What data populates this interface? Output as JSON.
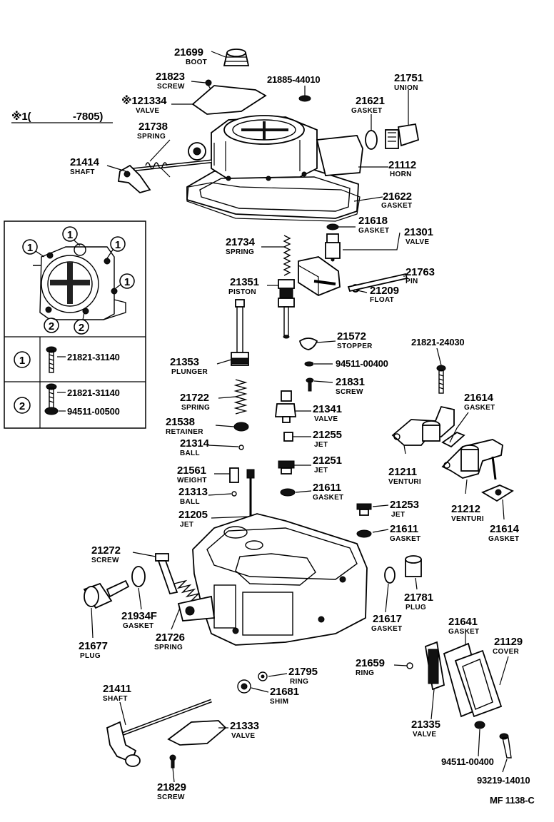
{
  "header_note": {
    "mark": "※1(",
    "range": "-7805)"
  },
  "diagram_code": "MF 1138-C",
  "parts": [
    {
      "id": "boot",
      "number": "21699",
      "name": "BOOT"
    },
    {
      "id": "screw-top",
      "number": "21823",
      "name": "SCREW"
    },
    {
      "id": "valve-top",
      "number": "※121334",
      "name": "VALVE"
    },
    {
      "id": "washer-top",
      "number": "21885-44010",
      "name": ""
    },
    {
      "id": "gasket-union",
      "number": "21621",
      "name": "GASKET"
    },
    {
      "id": "union",
      "number": "21751",
      "name": "UNION"
    },
    {
      "id": "spring-shaft",
      "number": "21738",
      "name": "SPRING"
    },
    {
      "id": "shaft-choke",
      "number": "21414",
      "name": "SHAFT"
    },
    {
      "id": "horn",
      "number": "21112",
      "name": "HORN"
    },
    {
      "id": "gasket-horn",
      "number": "21622",
      "name": "GASKET"
    },
    {
      "id": "gasket-needle",
      "number": "21618",
      "name": "GASKET"
    },
    {
      "id": "needle-valve",
      "number": "21301",
      "name": "VALVE"
    },
    {
      "id": "spring-piston",
      "number": "21734",
      "name": "SPRING"
    },
    {
      "id": "pin-float",
      "number": "21763",
      "name": "PIN"
    },
    {
      "id": "piston",
      "number": "21351",
      "name": "PISTON"
    },
    {
      "id": "float",
      "number": "21209",
      "name": "FLOAT"
    },
    {
      "id": "stopper",
      "number": "21572",
      "name": "STOPPER"
    },
    {
      "id": "screw-venturi",
      "number": "21821-24030",
      "name": ""
    },
    {
      "id": "washer-mid",
      "number": "94511-00400",
      "name": ""
    },
    {
      "id": "plunger",
      "number": "21353",
      "name": "PLUNGER"
    },
    {
      "id": "screw-mid",
      "number": "21831",
      "name": "SCREW"
    },
    {
      "id": "spring-plunger",
      "number": "21722",
      "name": "SPRING"
    },
    {
      "id": "power-valve",
      "number": "21341",
      "name": "VALVE"
    },
    {
      "id": "gasket-venturi-1",
      "number": "21614",
      "name": "GASKET"
    },
    {
      "id": "retainer",
      "number": "21538",
      "name": "RETAINER"
    },
    {
      "id": "jet-21255",
      "number": "21255",
      "name": "JET"
    },
    {
      "id": "ball-21314",
      "number": "21314",
      "name": "BALL"
    },
    {
      "id": "jet-21251",
      "number": "21251",
      "name": "JET"
    },
    {
      "id": "venturi-1",
      "number": "21211",
      "name": "VENTURI"
    },
    {
      "id": "weight",
      "number": "21561",
      "name": "WEIGHT"
    },
    {
      "id": "gasket-21611a",
      "number": "21611",
      "name": "GASKET"
    },
    {
      "id": "ball-21313",
      "number": "21313",
      "name": "BALL"
    },
    {
      "id": "jet-21253",
      "number": "21253",
      "name": "JET"
    },
    {
      "id": "venturi-2",
      "number": "21212",
      "name": "VENTURI"
    },
    {
      "id": "jet-21205",
      "number": "21205",
      "name": "JET"
    },
    {
      "id": "gasket-venturi-2",
      "number": "21614",
      "name": "GASKET"
    },
    {
      "id": "gasket-21611b",
      "number": "21611",
      "name": "GASKET"
    },
    {
      "id": "screw-adjust",
      "number": "21272",
      "name": "SCREW"
    },
    {
      "id": "plug-21781",
      "number": "21781",
      "name": "PLUG"
    },
    {
      "id": "gasket-21934",
      "number": "21934F",
      "name": "GASKET"
    },
    {
      "id": "gasket-21617",
      "number": "21617",
      "name": "GASKET"
    },
    {
      "id": "plug-21677",
      "number": "21677",
      "name": "PLUG"
    },
    {
      "id": "spring-21726",
      "number": "21726",
      "name": "SPRING"
    },
    {
      "id": "gasket-21641",
      "number": "21641",
      "name": "GASKET"
    },
    {
      "id": "cover",
      "number": "21129",
      "name": "COVER"
    },
    {
      "id": "ring-21659",
      "number": "21659",
      "name": "RING"
    },
    {
      "id": "ring-21795",
      "number": "21795",
      "name": "RING"
    },
    {
      "id": "shaft-throttle",
      "number": "21411",
      "name": "SHAFT"
    },
    {
      "id": "shim",
      "number": "21681",
      "name": "SHIM"
    },
    {
      "id": "valve-throttle",
      "number": "21333",
      "name": "VALVE"
    },
    {
      "id": "valve-21335",
      "number": "21335",
      "name": "VALVE"
    },
    {
      "id": "washer-bottom",
      "number": "94511-00400",
      "name": ""
    },
    {
      "id": "screw-21829",
      "number": "21829",
      "name": "SCREW"
    },
    {
      "id": "screw-bottom",
      "number": "93219-14010",
      "name": ""
    }
  ],
  "inset": {
    "callouts": [
      "1",
      "1",
      "1",
      "1",
      "2",
      "2"
    ],
    "rows": [
      {
        "key": "1",
        "parts": [
          "21821-31140"
        ]
      },
      {
        "key": "2",
        "parts": [
          "21821-31140",
          "94511-00500"
        ]
      }
    ]
  }
}
